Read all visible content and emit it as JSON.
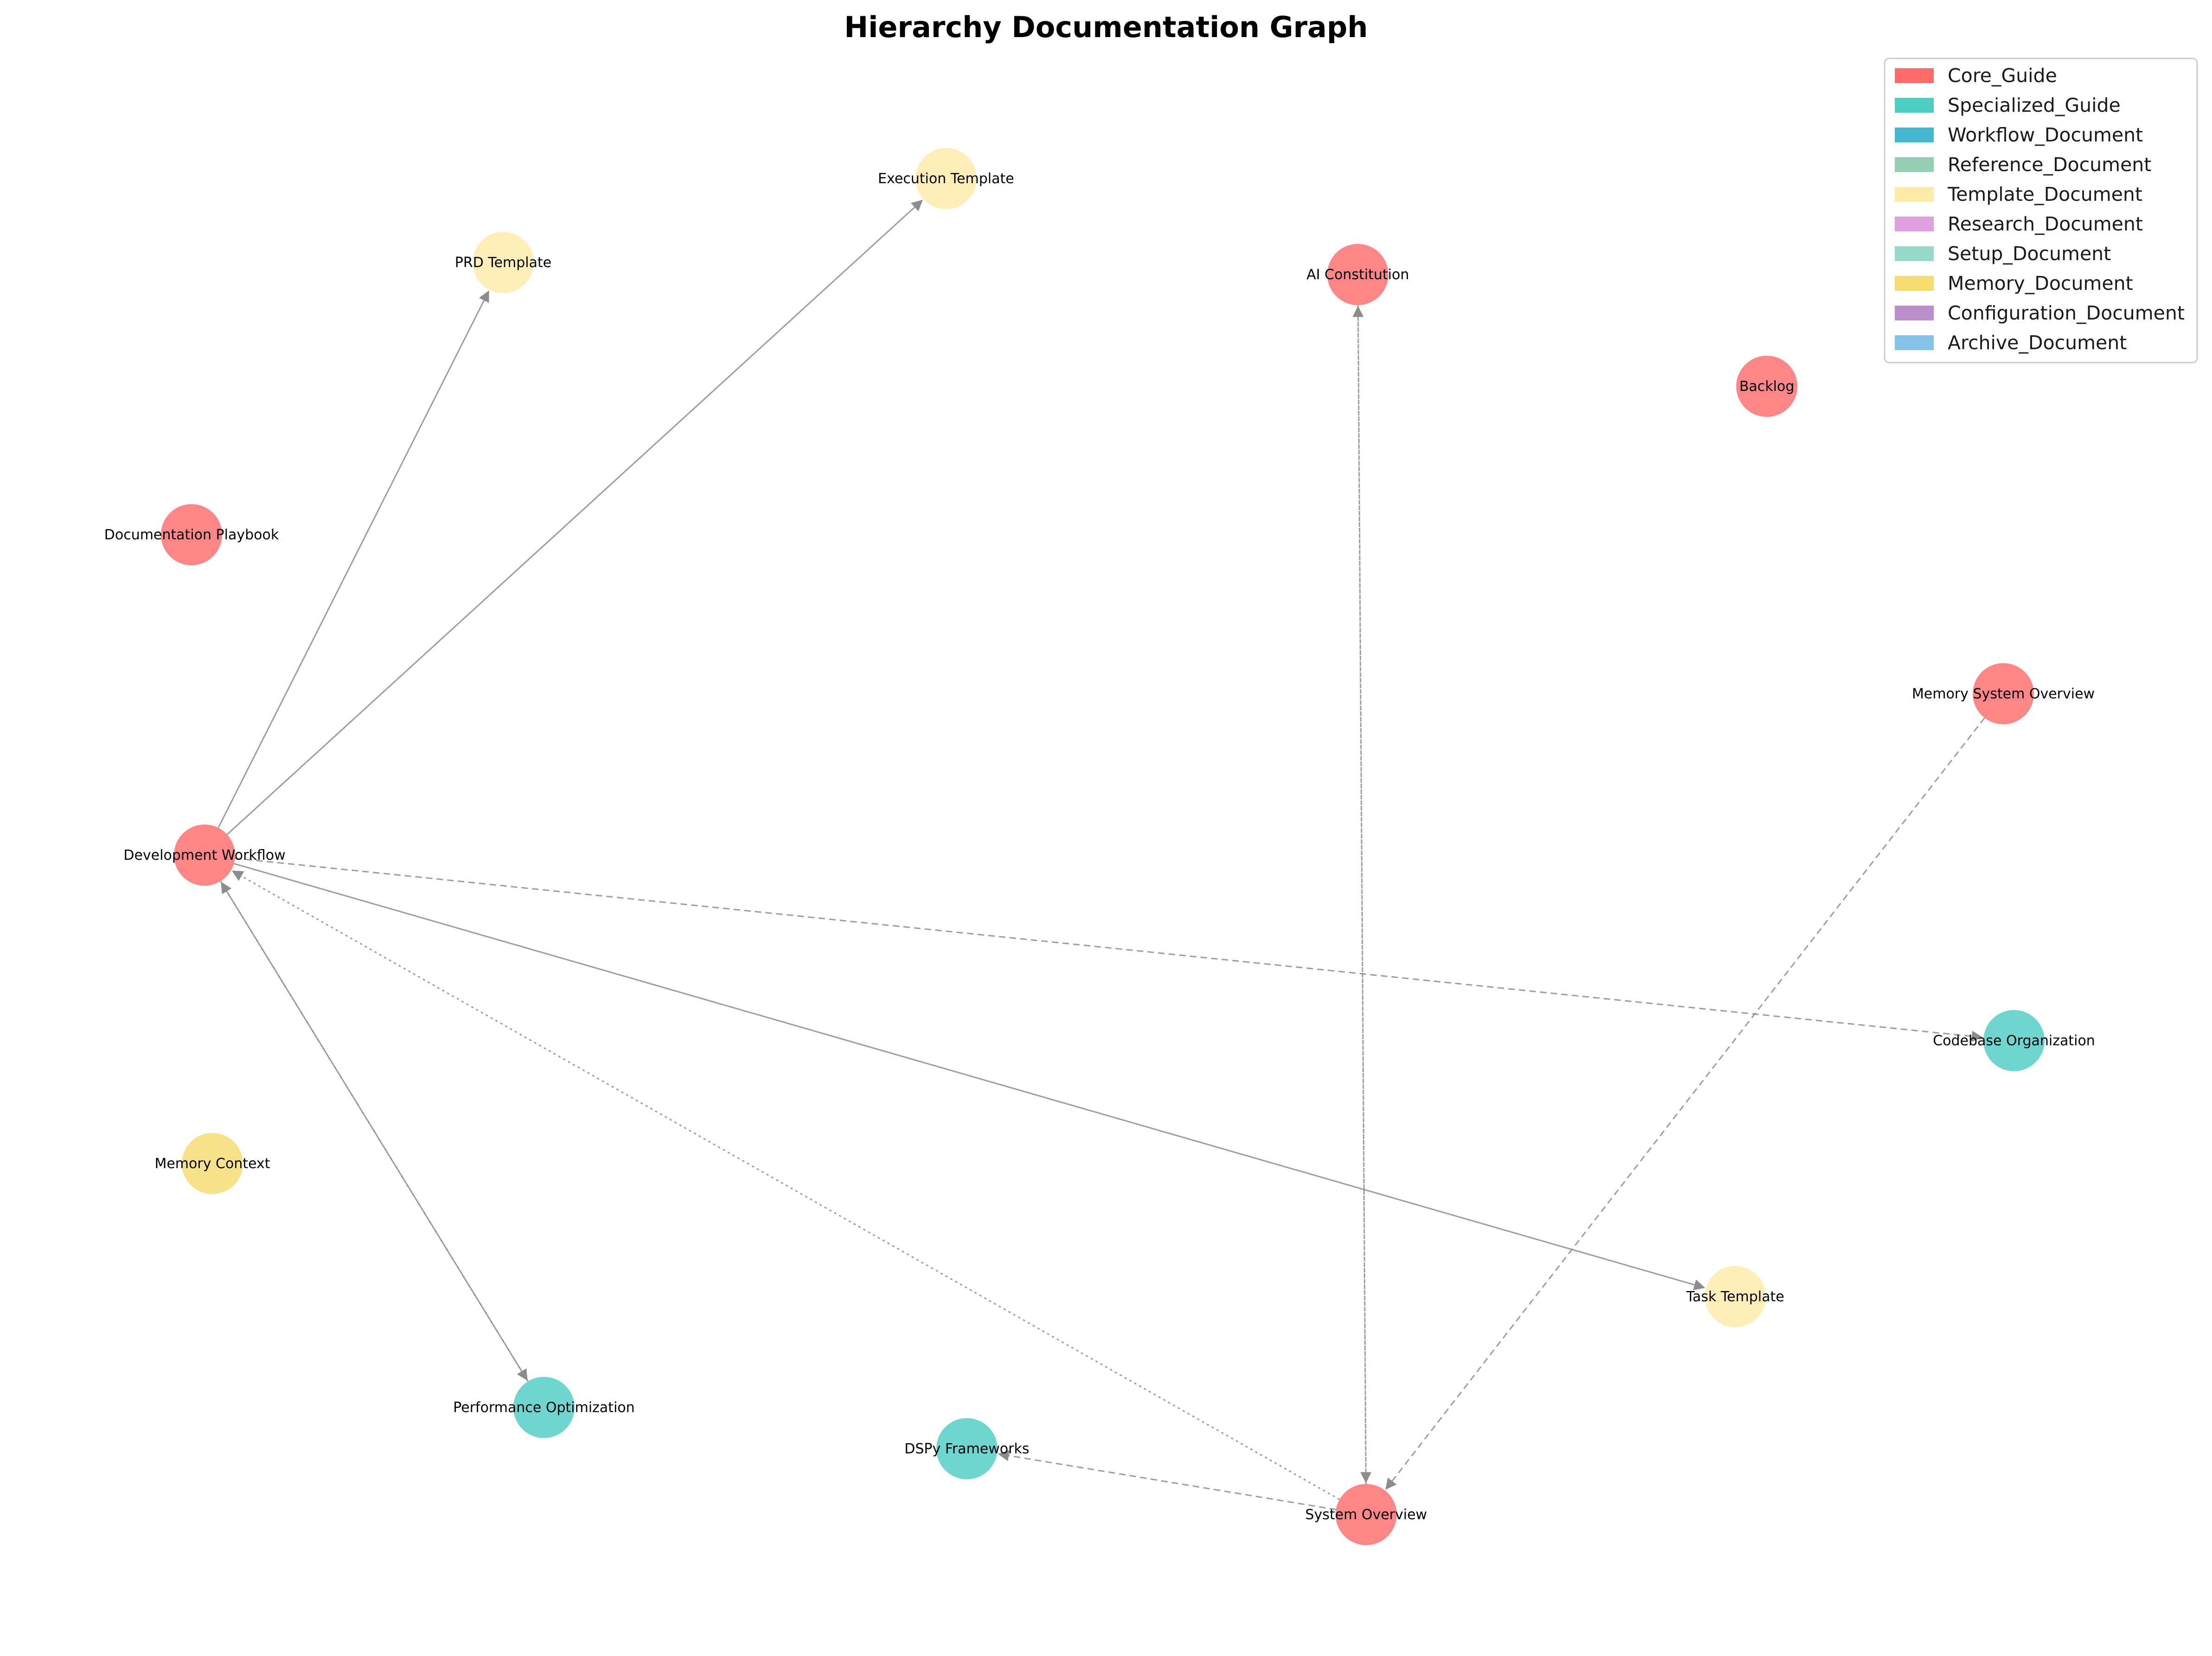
{
  "title": "Hierarchy Documentation Graph",
  "legend": [
    {
      "label": "Core_Guide",
      "color": "#ff6b6b"
    },
    {
      "label": "Specialized_Guide",
      "color": "#4ecdc4"
    },
    {
      "label": "Workflow_Document",
      "color": "#45b7d1"
    },
    {
      "label": "Reference_Document",
      "color": "#96ceb4"
    },
    {
      "label": "Template_Document",
      "color": "#ffeaa7"
    },
    {
      "label": "Research_Document",
      "color": "#dda0dd"
    },
    {
      "label": "Setup_Document",
      "color": "#98d8c8"
    },
    {
      "label": "Memory_Document",
      "color": "#f7dc6f"
    },
    {
      "label": "Configuration_Document",
      "color": "#bb8fce"
    },
    {
      "label": "Archive_Document",
      "color": "#85c1e9"
    }
  ],
  "nodes": [
    {
      "id": "exec",
      "label": "Execution Template",
      "type": "Template_Document"
    },
    {
      "id": "prd",
      "label": "PRD Template",
      "type": "Template_Document"
    },
    {
      "id": "aic",
      "label": "AI Constitution",
      "type": "Core_Guide"
    },
    {
      "id": "backlog",
      "label": "Backlog",
      "type": "Core_Guide"
    },
    {
      "id": "docplay",
      "label": "Documentation Playbook",
      "type": "Core_Guide"
    },
    {
      "id": "memsys",
      "label": "Memory System Overview",
      "type": "Core_Guide"
    },
    {
      "id": "devwf",
      "label": "Development Workflow",
      "type": "Core_Guide"
    },
    {
      "id": "codebase",
      "label": "Codebase Organization",
      "type": "Specialized_Guide"
    },
    {
      "id": "memctx",
      "label": "Memory Context",
      "type": "Memory_Document"
    },
    {
      "id": "task",
      "label": "Task Template",
      "type": "Template_Document"
    },
    {
      "id": "perf",
      "label": "Performance Optimization",
      "type": "Specialized_Guide"
    },
    {
      "id": "dspy",
      "label": "DSPy Frameworks",
      "type": "Specialized_Guide"
    },
    {
      "id": "sysov",
      "label": "System Overview",
      "type": "Core_Guide"
    }
  ],
  "edges": [
    {
      "from": "devwf",
      "to": "prd",
      "style": "solid"
    },
    {
      "from": "devwf",
      "to": "exec",
      "style": "solid"
    },
    {
      "from": "devwf",
      "to": "task",
      "style": "solid"
    },
    {
      "from": "devwf",
      "to": "codebase",
      "style": "dashed"
    },
    {
      "from": "devwf",
      "to": "perf",
      "style": "dashed"
    },
    {
      "from": "perf",
      "to": "devwf",
      "style": "dashed"
    },
    {
      "from": "sysov",
      "to": "devwf",
      "style": "dotted"
    },
    {
      "from": "sysov",
      "to": "aic",
      "style": "dotted"
    },
    {
      "from": "aic",
      "to": "sysov",
      "style": "dotted"
    },
    {
      "from": "memsys",
      "to": "sysov",
      "style": "dashed"
    },
    {
      "from": "sysov",
      "to": "dspy",
      "style": "dashed"
    }
  ]
}
